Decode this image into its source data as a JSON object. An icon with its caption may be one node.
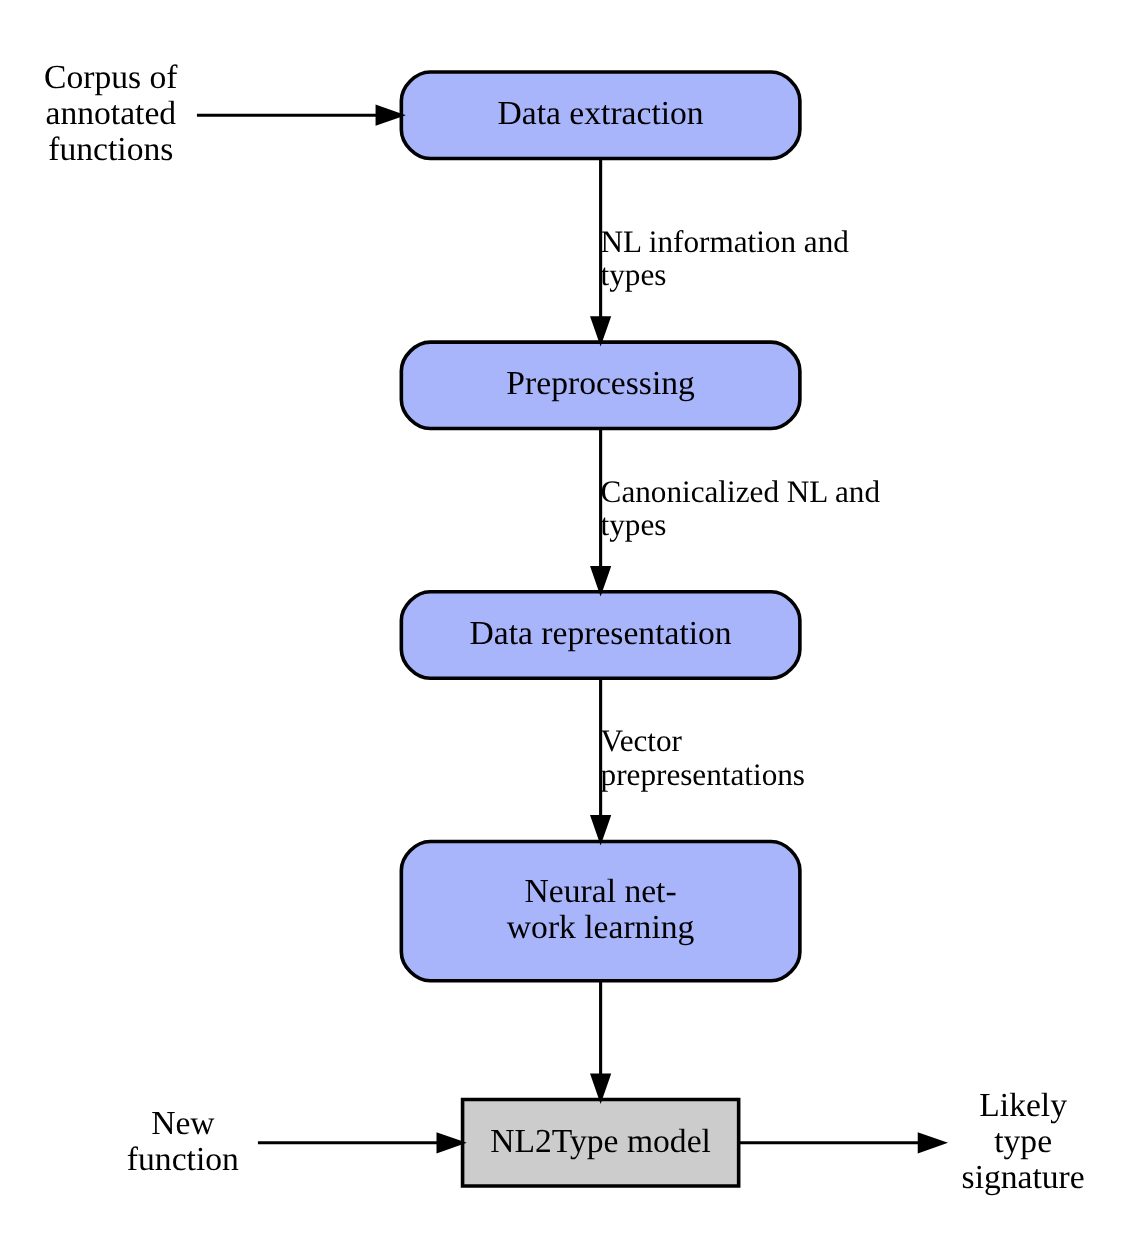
{
  "diagram": {
    "nodes": [
      {
        "text": [
          "Corpus of annotated functions"
        ]
      },
      {
        "text": [
          "Data extraction"
        ]
      },
      {
        "text": [
          "Preprocessing"
        ]
      },
      {
        "text": [
          "Data representation"
        ]
      },
      {
        "text": [
          "Neural net- work learning"
        ]
      },
      {
        "text": [
          "NL2Type model"
        ]
      },
      {
        "text": [
          "New function"
        ]
      },
      {
        "text": [
          "Likely type signature"
        ]
      }
    ],
    "edges": [
      {
        "from": 0,
        "to": 1,
        "arrow": "to"
      },
      {
        "from": 1,
        "to": 2,
        "arrow": "to",
        "label": "NL information and types"
      },
      {
        "from": 2,
        "to": 3,
        "arrow": "to",
        "label": "Canonicalized NL and types"
      },
      {
        "from": 3,
        "to": 4,
        "arrow": "to",
        "label": "Vector prepresentations"
      },
      {
        "from": 4,
        "to": 5,
        "arrow": "to"
      },
      {
        "from": 6,
        "to": 5,
        "arrow": "to"
      },
      {
        "from": 5,
        "to": 7,
        "arrow": "to"
      }
    ]
  }
}
